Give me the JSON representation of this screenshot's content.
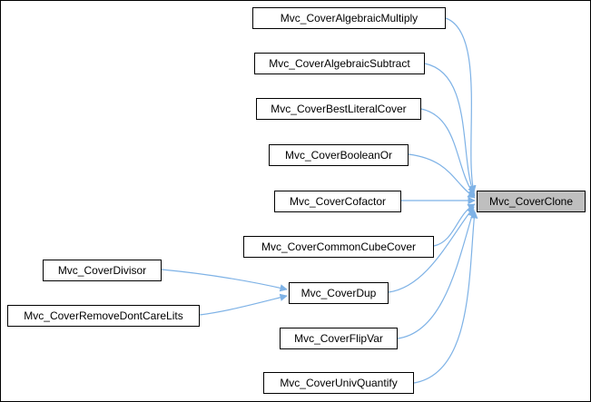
{
  "diagram": {
    "type": "call-graph",
    "target_node": "Mvc_CoverClone",
    "colors": {
      "edge": "#7EB2E6",
      "node_fill": "#FFFFFF",
      "node_border": "#000000",
      "target_fill": "#BFBFBF",
      "background": "#FFFFFF",
      "frame": "#000000"
    },
    "nodes": [
      {
        "label": "Mvc_CoverAlgebraicMultiply"
      },
      {
        "label": "Mvc_CoverAlgebraicSubtract"
      },
      {
        "label": "Mvc_CoverBestLiteralCover"
      },
      {
        "label": "Mvc_CoverBooleanOr"
      },
      {
        "label": "Mvc_CoverCofactor"
      },
      {
        "label": "Mvc_CoverCommonCubeCover"
      },
      {
        "label": "Mvc_CoverDup"
      },
      {
        "label": "Mvc_CoverFlipVar"
      },
      {
        "label": "Mvc_CoverUnivQuantify"
      },
      {
        "label": "Mvc_CoverClone"
      },
      {
        "label": "Mvc_CoverDivisor"
      },
      {
        "label": "Mvc_CoverRemoveDontCareLits"
      }
    ],
    "edges": [
      {
        "from": "Mvc_CoverAlgebraicMultiply",
        "to": "Mvc_CoverClone"
      },
      {
        "from": "Mvc_CoverAlgebraicSubtract",
        "to": "Mvc_CoverClone"
      },
      {
        "from": "Mvc_CoverBestLiteralCover",
        "to": "Mvc_CoverClone"
      },
      {
        "from": "Mvc_CoverBooleanOr",
        "to": "Mvc_CoverClone"
      },
      {
        "from": "Mvc_CoverCofactor",
        "to": "Mvc_CoverClone"
      },
      {
        "from": "Mvc_CoverCommonCubeCover",
        "to": "Mvc_CoverClone"
      },
      {
        "from": "Mvc_CoverDup",
        "to": "Mvc_CoverClone"
      },
      {
        "from": "Mvc_CoverFlipVar",
        "to": "Mvc_CoverClone"
      },
      {
        "from": "Mvc_CoverUnivQuantify",
        "to": "Mvc_CoverClone"
      },
      {
        "from": "Mvc_CoverDivisor",
        "to": "Mvc_CoverDup"
      },
      {
        "from": "Mvc_CoverRemoveDontCareLits",
        "to": "Mvc_CoverDup"
      }
    ]
  }
}
